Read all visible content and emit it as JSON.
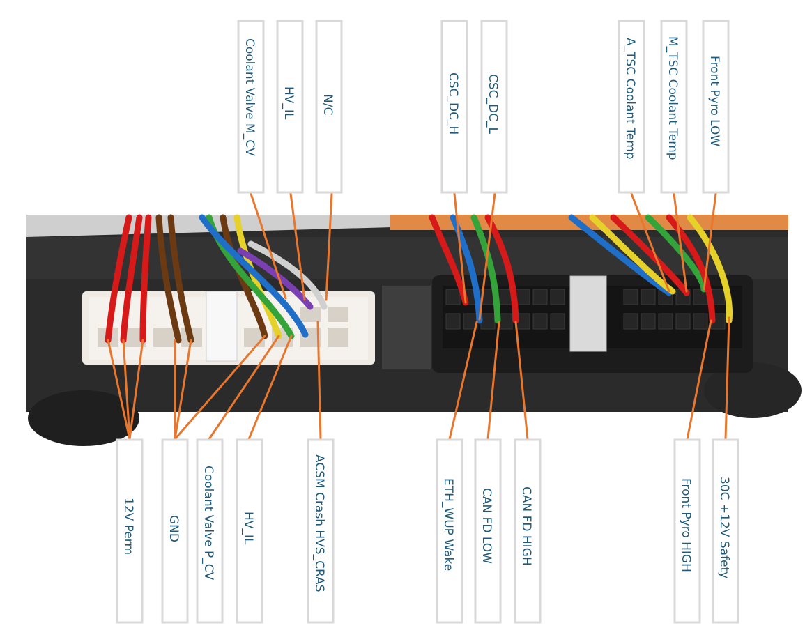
{
  "labels_top": [
    {
      "id": "coolant-valve-m-cv",
      "text": "Coolant Valve M_CV"
    },
    {
      "id": "hv-il-top",
      "text": "HV_IL"
    },
    {
      "id": "nc",
      "text": "N/C"
    },
    {
      "id": "csc-dc-h",
      "text": "CSC_DC_H"
    },
    {
      "id": "csc-dc-l",
      "text": "CSC_DC_L"
    },
    {
      "id": "a-tsc-coolant-temp",
      "text": "A_TSC Coolant Temp"
    },
    {
      "id": "m-tsc-coolant-temp",
      "text": "M_TSC Coolant Temp"
    },
    {
      "id": "front-pyro-low",
      "text": "Front Pyro LOW"
    }
  ],
  "labels_bottom": [
    {
      "id": "12v-perm",
      "text": "12V Perm"
    },
    {
      "id": "gnd",
      "text": "GND"
    },
    {
      "id": "coolant-valve-p-cv",
      "text": "Coolant Valve P_CV"
    },
    {
      "id": "hv-il-bottom",
      "text": "HV_IL"
    },
    {
      "id": "acsm-crash",
      "text": "ACSM Crash HVS_CRAS"
    },
    {
      "id": "eth-wup-wake",
      "text": "ETH_WUP Wake"
    },
    {
      "id": "can-fd-low",
      "text": "CAN FD LOW"
    },
    {
      "id": "can-fd-high",
      "text": "CAN FD HIGH"
    },
    {
      "id": "front-pyro-high",
      "text": "Front Pyro HIGH"
    },
    {
      "id": "30c-12v-safety",
      "text": "30C +12V Safety"
    }
  ],
  "colors": {
    "leader": "#e8762c",
    "label_text": "#1f5a7a",
    "label_border": "#d9d9d9",
    "photo_background": "#2b2b2b",
    "connector_left": "#efeae4",
    "connector_right": "#1c1c1c"
  },
  "photo": {
    "description_icon": "wire-harness-connector-photo"
  }
}
